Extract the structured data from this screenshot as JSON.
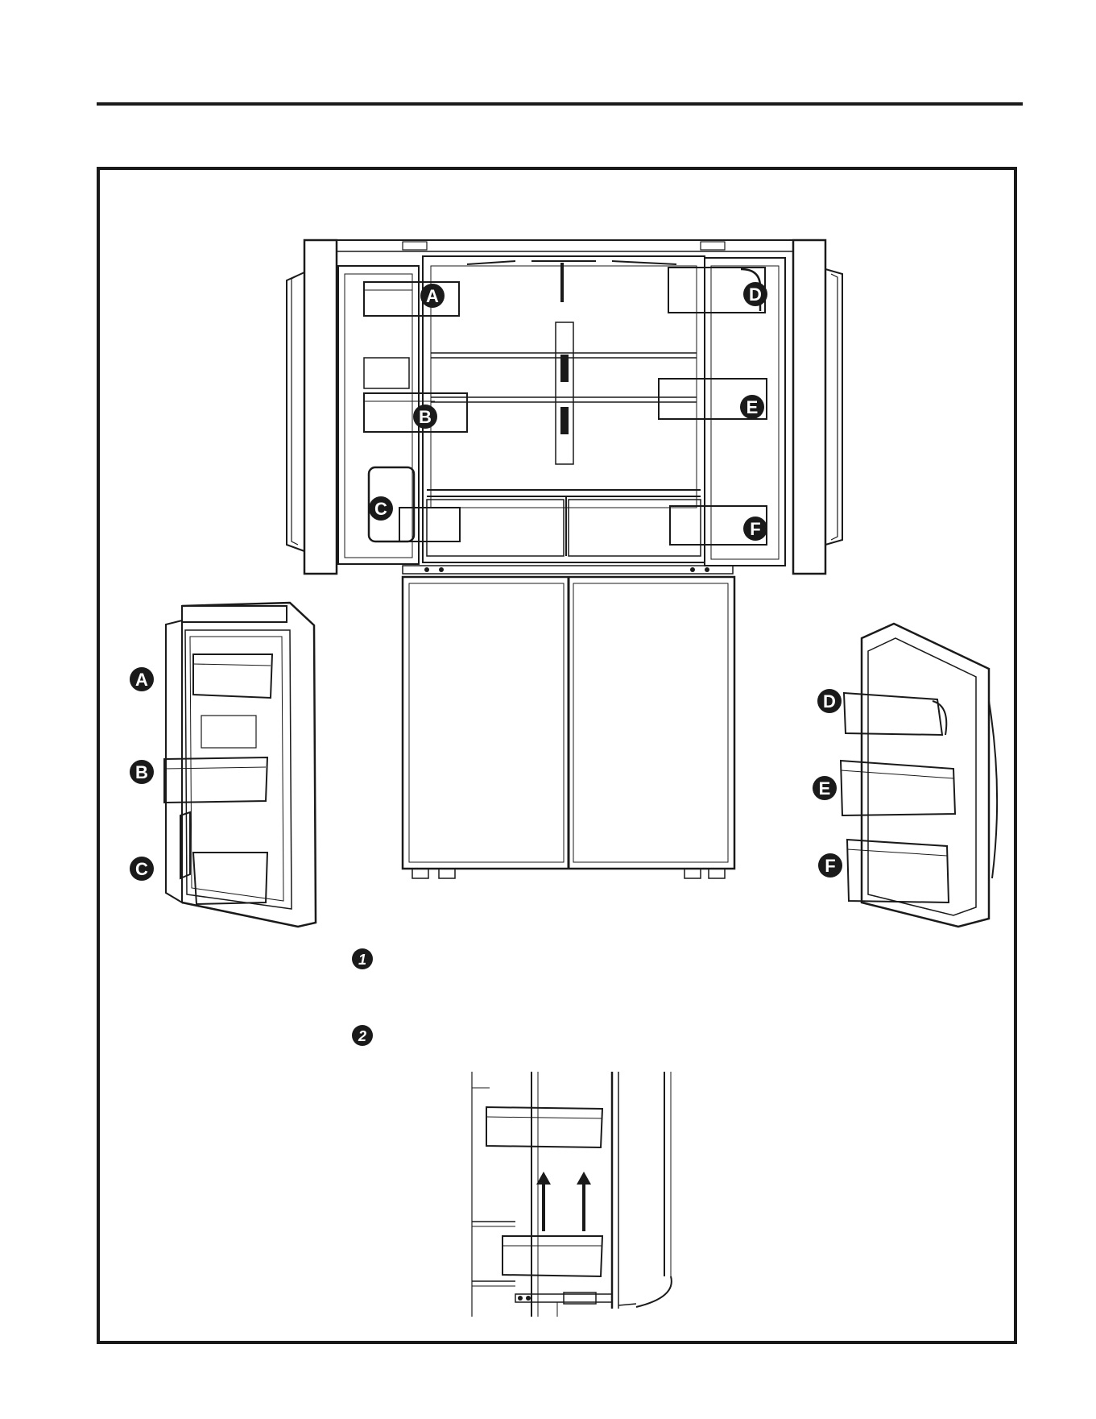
{
  "callouts": {
    "main": [
      "A",
      "B",
      "C",
      "D",
      "E",
      "F"
    ],
    "left_door": [
      "A",
      "B",
      "C"
    ],
    "right_door": [
      "D",
      "E",
      "F"
    ]
  },
  "steps": [
    "1",
    "2"
  ],
  "icons": {
    "refrigerator": "refrigerator-open-doors-icon",
    "left_door": "left-door-bins-icon",
    "right_door": "right-door-bins-icon",
    "bin_lift": "bin-lift-arrows-icon"
  }
}
